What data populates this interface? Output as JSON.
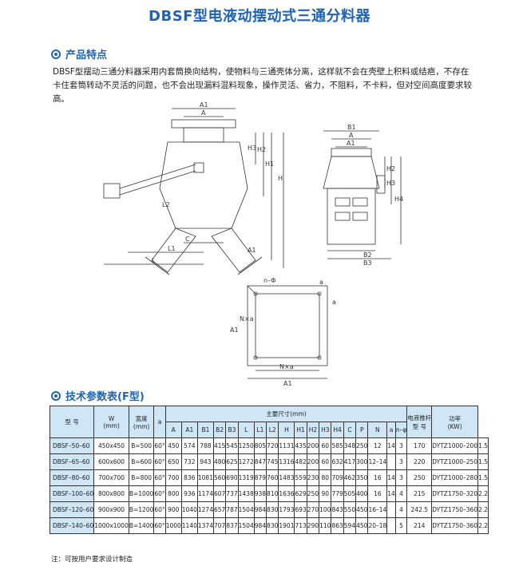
{
  "title": "DBSF型电液动摆动式三通分料器",
  "section1": {
    "heading": "产品特点"
  },
  "description": "DBSF型摆动三通分料器采用内套筒换向结构，使物料与三通壳体分离，这样就不会在壳壁上积料或结疤，不存在卡住套筒转动不灵活的问题，也不会出现漏料混料现象，操作灵活、省力，不阻料，不卡料，但对空间高度要求较高。",
  "drawing_labels": {
    "front": [
      "A1",
      "A",
      "H3",
      "H2",
      "H1",
      "H",
      "L2",
      "C",
      "L1",
      "A1",
      "L"
    ],
    "side": [
      "B1",
      "A",
      "A1",
      "H2",
      "H3",
      "H4",
      "B2",
      "B3"
    ],
    "flange": [
      "n–Φ",
      "a",
      "a",
      "A1",
      "N×a",
      "N×a",
      "A1"
    ]
  },
  "section2": {
    "heading": "技术参数表(F型)"
  },
  "table": {
    "header_top": {
      "model": "型  号",
      "w": "W\n(mm)",
      "width": "宽度\n(mm)",
      "alpha": "a",
      "dims": "主要尺寸(mm)",
      "actuator": "电液推杆\n型 号",
      "power": "功率\n(KW)"
    },
    "header_sub": [
      "A",
      "A1",
      "B1",
      "B2",
      "B3",
      "L",
      "L1",
      "L2",
      "H",
      "H1",
      "H2",
      "H3",
      "H4",
      "C",
      "P",
      "N",
      "a",
      "n–φ"
    ],
    "rows": [
      [
        "DBSF–50–60",
        "450x450",
        "B=500",
        "60°",
        "450",
        "574",
        "788",
        "415",
        "545",
        "1250",
        "805",
        "720",
        "1131",
        "435",
        "200",
        "60",
        "585",
        "348",
        "250",
        "12",
        "14",
        "3",
        "170",
        "DYTZ1000–200",
        "1.5"
      ],
      [
        "DBSF–65–60",
        "600x600",
        "B=600",
        "60°",
        "650",
        "732",
        "943",
        "480",
        "625",
        "1272",
        "847",
        "745",
        "1316",
        "482",
        "200",
        "60",
        "632",
        "417",
        "300",
        "12–14",
        "",
        "3",
        "220",
        "DYTZ1000–250",
        "1.5"
      ],
      [
        "DBSF–80–60",
        "700x700",
        "B=800",
        "60°",
        "700",
        "836",
        "1081",
        "560",
        "690",
        "1319",
        "879",
        "760",
        "1483",
        "559",
        "230",
        "80",
        "709",
        "462",
        "350",
        "16",
        "14",
        "3",
        "250",
        "DYTZ1000–280",
        "1.5"
      ],
      [
        "DBSF–100–60",
        "800x800",
        "B=1000",
        "60°",
        "800",
        "936",
        "1174",
        "607",
        "737",
        "1438",
        "938",
        "810",
        "1636",
        "629",
        "250",
        "90",
        "779",
        "505",
        "400",
        "16",
        "14",
        "4",
        "215",
        "DYTZ1750–320",
        "2.2"
      ],
      [
        "DBSF–120–60",
        "900x900",
        "B=1200",
        "60°",
        "900",
        "1040",
        "1274",
        "657",
        "787",
        "1504",
        "984",
        "830",
        "1793",
        "693",
        "270",
        "100",
        "843",
        "550",
        "450",
        "16–14",
        "",
        "4",
        "242.5",
        "DYTZ1750–360",
        "2.2"
      ],
      [
        "DBSF–140–60",
        "1000x1000",
        "B=1400",
        "60°",
        "1000",
        "1140",
        "1374",
        "707",
        "837",
        "1504",
        "984",
        "830",
        "1901",
        "713",
        "290",
        "110",
        "863",
        "594",
        "450",
        "20–18",
        "",
        "5",
        "214",
        "DYTZ1750–360",
        "2.2"
      ]
    ]
  },
  "note": "注：可按用户要求设计制造"
}
